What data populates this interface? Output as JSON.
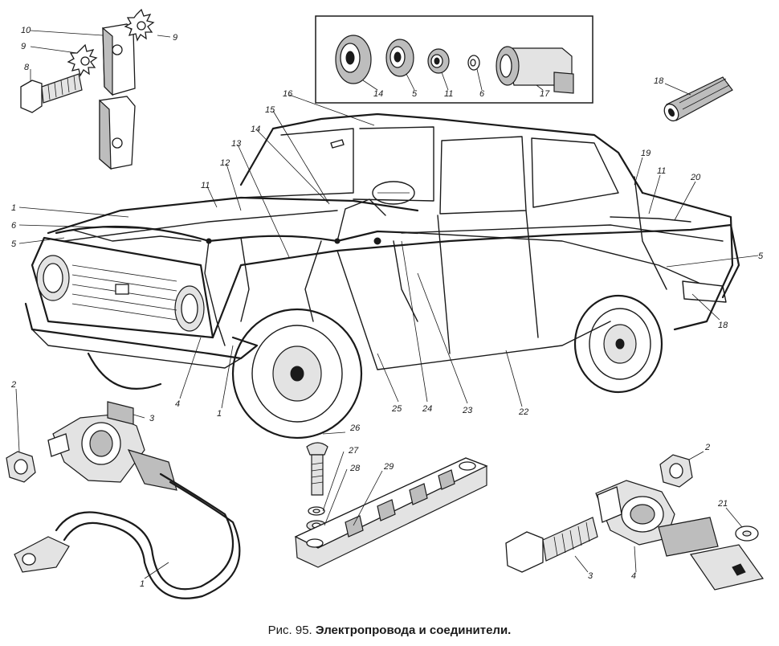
{
  "caption": {
    "prefix": "Рис. 95.",
    "title": "Электропровода и соединители."
  },
  "callouts": {
    "c1_top": "1",
    "c6_top": "6",
    "c5_left": "5",
    "c11_left": "11",
    "c12": "12",
    "c13": "13",
    "c14": "14",
    "c15": "15",
    "c16": "16",
    "c19": "19",
    "c11_right": "11",
    "c20": "20",
    "c5_right": "5",
    "c18_right": "18",
    "c4_car": "4",
    "c1_car": "1",
    "c25": "25",
    "c24": "24",
    "c23": "23",
    "c22": "22",
    "c10": "10",
    "c9_left": "9",
    "c9_right": "9",
    "c8": "8",
    "c14_box": "14",
    "c5_box": "5",
    "c11_box": "11",
    "c6_box": "6",
    "c17_box": "17",
    "c18_top": "18",
    "c2_left": "2",
    "c3_left": "3",
    "c1_cable": "1",
    "c26": "26",
    "c27": "27",
    "c28": "28",
    "c29": "29",
    "c2_right": "2",
    "c21": "21",
    "c3_right": "3",
    "c4_right": "4"
  }
}
